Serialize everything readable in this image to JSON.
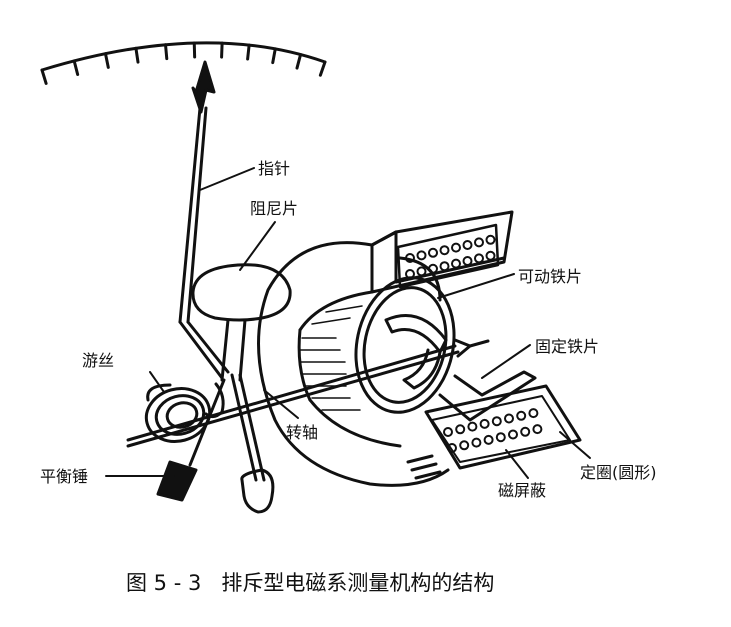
{
  "labels": {
    "pointer": "指针",
    "damper": "阻尼片",
    "moving_iron": "可动铁片",
    "fixed_iron": "固定铁片",
    "hairspring": "游丝",
    "shaft": "转轴",
    "counterweight": "平衡锤",
    "coil": "定圈(圆形)",
    "shield": "磁屏蔽"
  },
  "caption": "图 5 - 3   排斥型电磁系测量机构的结构",
  "colors": {
    "ink": "#111111",
    "paper": "#ffffff"
  }
}
